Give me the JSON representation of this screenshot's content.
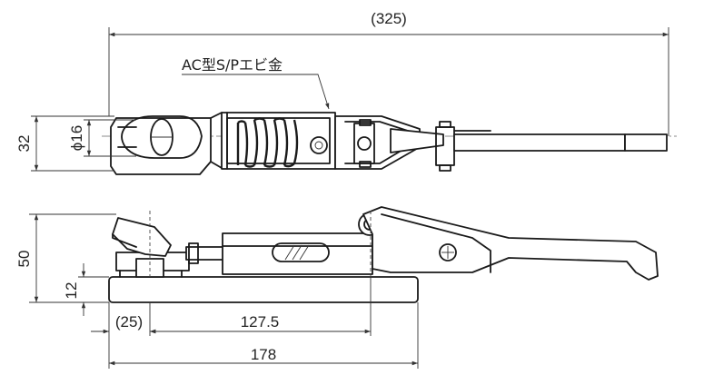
{
  "callout": {
    "label": "AC型S/Pエビ金"
  },
  "dimensions": {
    "overall_length": "(325)",
    "height_top_view": "32",
    "diameter": "ϕ16",
    "height_side_view": "50",
    "base_thickness": "12",
    "offset": "(25)",
    "pivot_distance": "127.5",
    "base_length": "178"
  }
}
